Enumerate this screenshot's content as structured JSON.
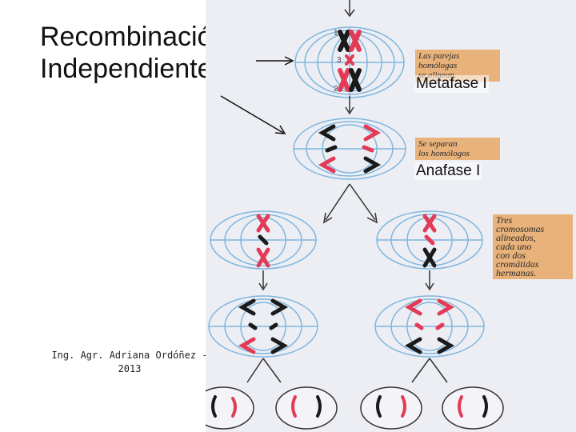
{
  "title": {
    "line1": "Recombinación",
    "line2": "Independiente."
  },
  "author": {
    "line1": "Ing. Agr. Adriana Ordóñez -",
    "line2": "2013"
  },
  "phases": {
    "metaphase": "Metafase I",
    "anaphase": "Anafase I"
  },
  "notes": {
    "homologs_align_1": "Las parejas",
    "homologs_align_2": "homólogas",
    "homologs_align_3": "se alinean.",
    "homologs_separate_1": "Se separan",
    "homologs_separate_2": "los homólogos",
    "three_chromosomes_1": "Tres",
    "three_chromosomes_2": "cromosomas",
    "three_chromosomes_3": "alineados,",
    "three_chromosomes_4": "cada uno",
    "three_chromosomes_5": "con dos",
    "three_chromosomes_6": "cromátidas",
    "three_chromosomes_7": "hermanas."
  },
  "chromosome_numbers": [
    "1",
    "2",
    "3"
  ],
  "colors": {
    "spindle": "#7fb6de",
    "paternal_chromosome": "#e23b56",
    "maternal_chromosome": "#1a1a1a",
    "arrow": "#222222",
    "note_background": "#e8b27a",
    "figure_background": "#eceef4"
  }
}
